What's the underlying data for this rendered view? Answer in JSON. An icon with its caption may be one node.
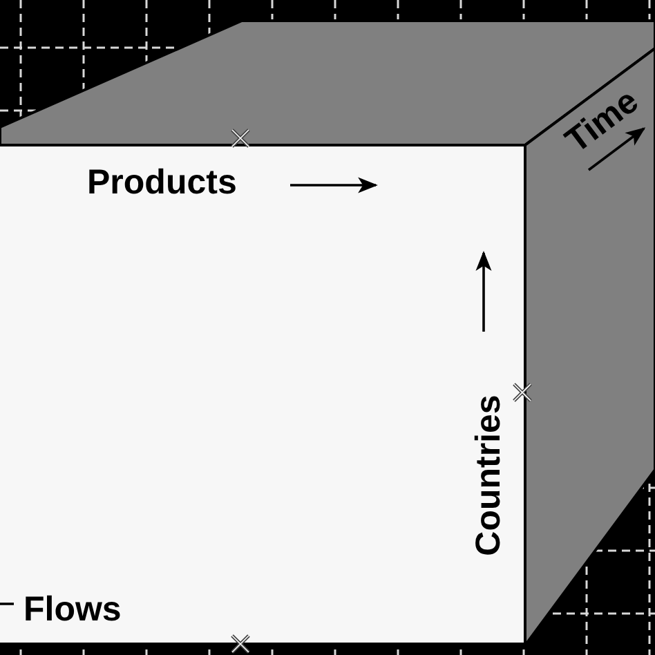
{
  "diagram": {
    "nodes": [
      {
        "text": [],
        "shape": "box"
      },
      {
        "text": [
          "Products",
          "Countries",
          "Flows"
        ]
      },
      {
        "text": [
          "Time"
        ]
      }
    ],
    "edges": []
  }
}
